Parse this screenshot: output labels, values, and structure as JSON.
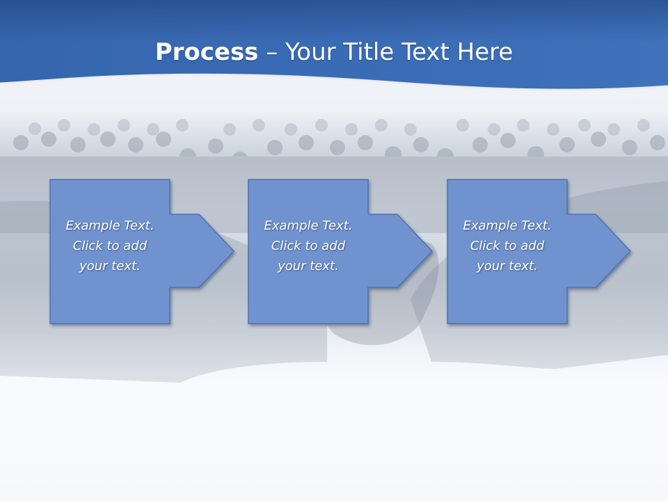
{
  "slide": {
    "title_bold": "Process",
    "title_rest": " – Your Title Text Here"
  },
  "steps": [
    {
      "line1": "Example Text.",
      "line2": "Click  to add",
      "line3": "your text."
    },
    {
      "line1": "Example Text.",
      "line2": "Click  to add",
      "line3": "your text."
    },
    {
      "line1": "Example Text.",
      "line2": "Click  to add",
      "line3": "your text."
    }
  ],
  "colors": {
    "header_blue": "#2f5fa8",
    "box_fill": "#6f93cf",
    "box_border": "#5a7fbf"
  },
  "background": {
    "image": "crowd-of-business-people-and-handshake-photo"
  }
}
